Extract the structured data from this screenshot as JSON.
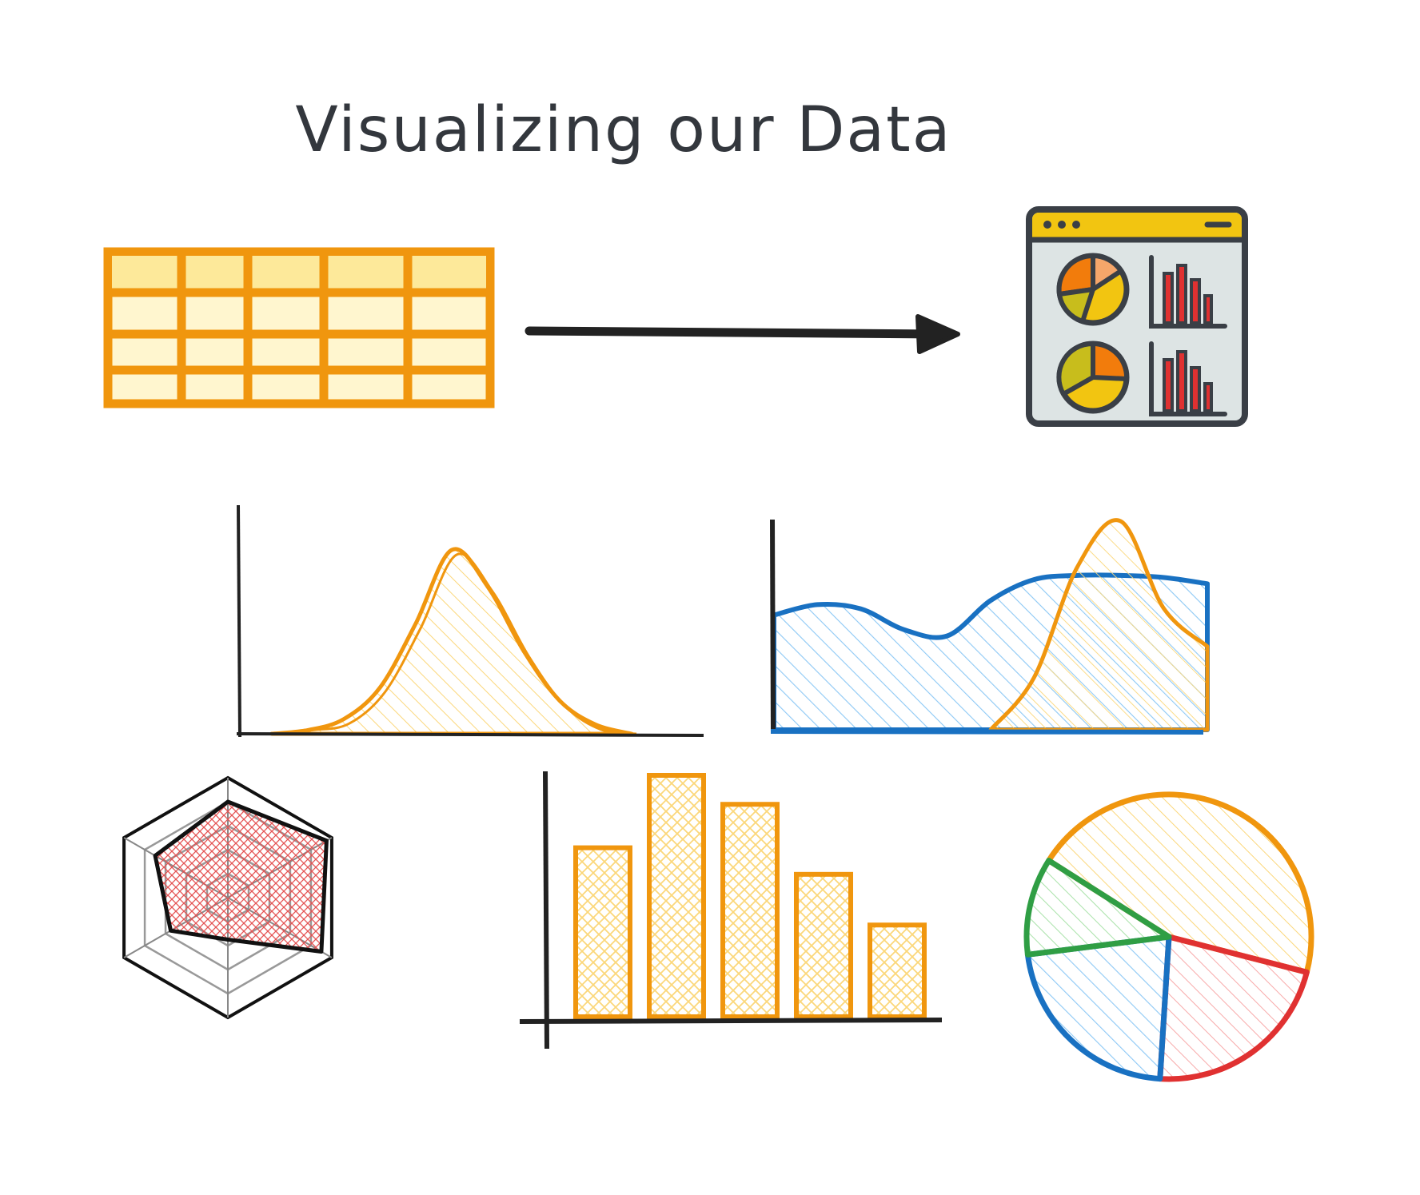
{
  "title": "Visualizing our Data",
  "colors": {
    "ink": "#2b2b2b",
    "orange": "#f0960e",
    "yellow_fill": "#fde79a",
    "blue": "#1971c2",
    "light_blue": "#a5d8ff",
    "red": "#e03131",
    "green": "#2f9e44",
    "dashboard_frame": "#3a3f46",
    "dashboard_header": "#f2c511",
    "dashboard_bg": "#dde4e4"
  },
  "icons": {
    "table": "spreadsheet-table-icon",
    "arrow": "arrow-right-icon",
    "dashboard": "dashboard-icon"
  },
  "chart_data": [
    {
      "type": "area",
      "note_shape": "bell curve, skewed",
      "x": [
        0,
        1,
        2,
        3,
        4,
        5,
        6,
        7,
        8,
        9,
        10
      ],
      "values": [
        0,
        2,
        8,
        25,
        60,
        100,
        80,
        45,
        18,
        5,
        0
      ]
    },
    {
      "type": "area",
      "series": [
        {
          "color": "blue",
          "values": [
            55,
            60,
            58,
            48,
            45,
            62,
            72,
            74,
            74,
            73,
            70
          ]
        },
        {
          "color": "orange",
          "values": [
            0,
            0,
            0,
            0,
            0,
            0,
            25,
            78,
            100,
            58,
            40
          ]
        }
      ]
    },
    {
      "type": "radar",
      "axes": 6,
      "values": [
        0.8,
        0.95,
        0.9,
        0.35,
        0.55,
        0.7
      ]
    },
    {
      "type": "bar",
      "values": [
        70,
        100,
        88,
        59,
        38
      ]
    },
    {
      "type": "pie",
      "slices": [
        {
          "color": "orange",
          "value": 45
        },
        {
          "color": "red",
          "value": 22
        },
        {
          "color": "blue",
          "value": 22
        },
        {
          "color": "green",
          "value": 11
        }
      ]
    }
  ]
}
